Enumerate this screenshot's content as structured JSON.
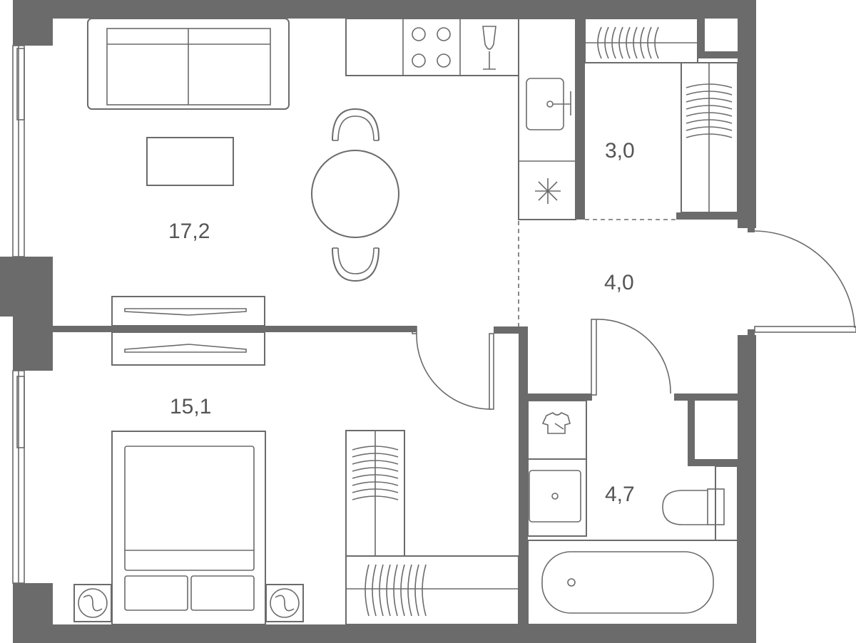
{
  "rooms": {
    "living_kitchen": {
      "area": "17,2"
    },
    "bedroom": {
      "area": "15,1"
    },
    "storage": {
      "area": "3,0"
    },
    "hallway": {
      "area": "4,0"
    },
    "bathroom": {
      "area": "4,7"
    }
  },
  "colors": {
    "wall": "#6b6b6b",
    "text": "#555555",
    "background": "#ffffff"
  }
}
